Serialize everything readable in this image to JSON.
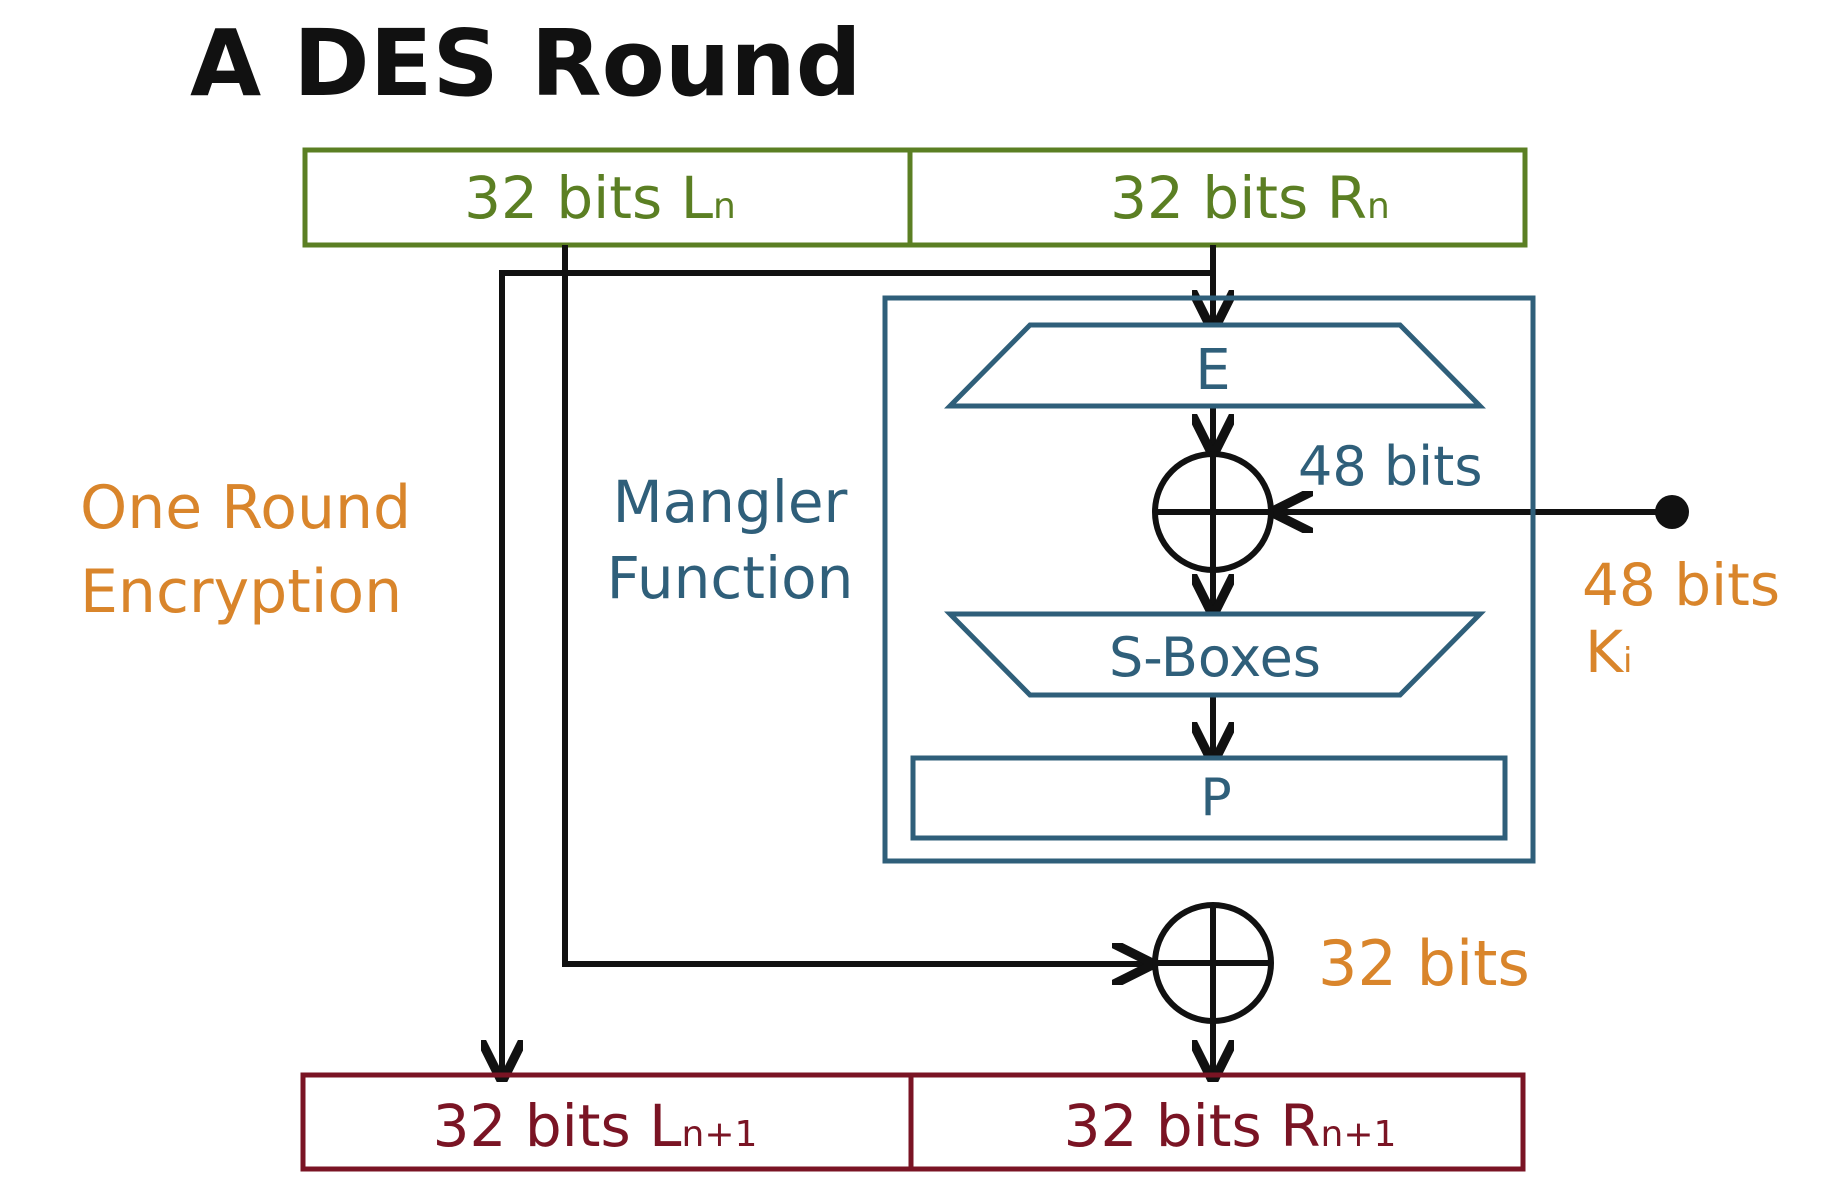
{
  "title": "A DES Round",
  "colors": {
    "ink": "#111111",
    "green": "#5b7f23",
    "blue": "#2f5f7a",
    "orange": "#d9852b",
    "maroon": "#7a1424"
  },
  "input": {
    "left_label": "32 bits",
    "left_var": "L",
    "left_sub": "n",
    "right_label": "32 bits",
    "right_var": "R",
    "right_sub": "n"
  },
  "output": {
    "left_label": "32 bits",
    "left_var": "L",
    "left_sub": "n+1",
    "right_label": "32 bits",
    "right_var": "R",
    "right_sub": "n+1"
  },
  "mangler": {
    "line1": "Mangler",
    "line2": "Function",
    "expansion": "E",
    "xor_bits": "48 bits",
    "sboxes": "S-Boxes",
    "permutation": "P"
  },
  "round_note": {
    "line1": "One Round",
    "line2": "Encryption"
  },
  "key": {
    "bits": "48 bits",
    "var": "K",
    "sub": "i"
  },
  "final_xor_bits": "32 bits"
}
